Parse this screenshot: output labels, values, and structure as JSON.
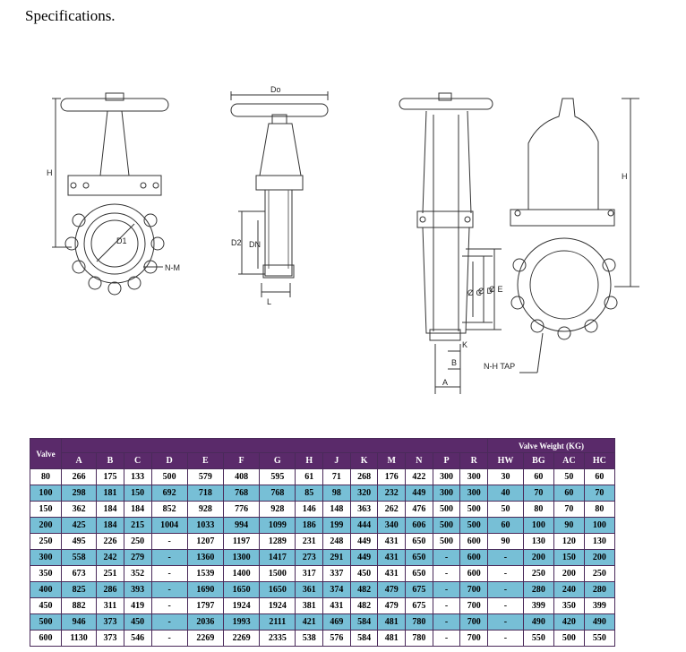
{
  "title": "Specifications.",
  "labels": {
    "h1": "H",
    "d1": "D1",
    "nm": "N-M",
    "do": "Do",
    "d2": "D2",
    "dn": "DN",
    "l": "L",
    "oc": "Ø C",
    "od": "Ø D",
    "oe": "Ø E",
    "k": "K",
    "b": "B",
    "a": "A",
    "nhtap": "N-H TAP",
    "h2": "H"
  },
  "table": {
    "valve_header": "Valve",
    "weight_header": "Valve Weight (KG)",
    "columns": [
      "A",
      "B",
      "C",
      "D",
      "E",
      "F",
      "G",
      "H",
      "J",
      "K",
      "M",
      "N",
      "P",
      "R",
      "HW",
      "BG",
      "AC",
      "HC"
    ],
    "rows": [
      [
        "80",
        "266",
        "175",
        "133",
        "500",
        "579",
        "408",
        "595",
        "61",
        "71",
        "268",
        "176",
        "422",
        "300",
        "300",
        "30",
        "60",
        "50",
        "60"
      ],
      [
        "100",
        "298",
        "181",
        "150",
        "692",
        "718",
        "768",
        "768",
        "85",
        "98",
        "320",
        "232",
        "449",
        "300",
        "300",
        "40",
        "70",
        "60",
        "70"
      ],
      [
        "150",
        "362",
        "184",
        "184",
        "852",
        "928",
        "776",
        "928",
        "146",
        "148",
        "363",
        "262",
        "476",
        "500",
        "500",
        "50",
        "80",
        "70",
        "80"
      ],
      [
        "200",
        "425",
        "184",
        "215",
        "1004",
        "1033",
        "994",
        "1099",
        "186",
        "199",
        "444",
        "340",
        "606",
        "500",
        "500",
        "60",
        "100",
        "90",
        "100"
      ],
      [
        "250",
        "495",
        "226",
        "250",
        "-",
        "1207",
        "1197",
        "1289",
        "231",
        "248",
        "449",
        "431",
        "650",
        "500",
        "600",
        "90",
        "130",
        "120",
        "130"
      ],
      [
        "300",
        "558",
        "242",
        "279",
        "-",
        "1360",
        "1300",
        "1417",
        "273",
        "291",
        "449",
        "431",
        "650",
        "-",
        "600",
        "-",
        "200",
        "150",
        "200"
      ],
      [
        "350",
        "673",
        "251",
        "352",
        "-",
        "1539",
        "1400",
        "1500",
        "317",
        "337",
        "450",
        "431",
        "650",
        "-",
        "600",
        "-",
        "250",
        "200",
        "250"
      ],
      [
        "400",
        "825",
        "286",
        "393",
        "-",
        "1690",
        "1650",
        "1650",
        "361",
        "374",
        "482",
        "479",
        "675",
        "-",
        "700",
        "-",
        "280",
        "240",
        "280"
      ],
      [
        "450",
        "882",
        "311",
        "419",
        "-",
        "1797",
        "1924",
        "1924",
        "381",
        "431",
        "482",
        "479",
        "675",
        "-",
        "700",
        "-",
        "399",
        "350",
        "399"
      ],
      [
        "500",
        "946",
        "373",
        "450",
        "-",
        "2036",
        "1993",
        "2111",
        "421",
        "469",
        "584",
        "481",
        "780",
        "-",
        "700",
        "-",
        "490",
        "420",
        "490"
      ],
      [
        "600",
        "1130",
        "373",
        "546",
        "-",
        "2269",
        "2269",
        "2335",
        "538",
        "576",
        "584",
        "481",
        "780",
        "-",
        "700",
        "-",
        "550",
        "500",
        "550"
      ]
    ]
  }
}
